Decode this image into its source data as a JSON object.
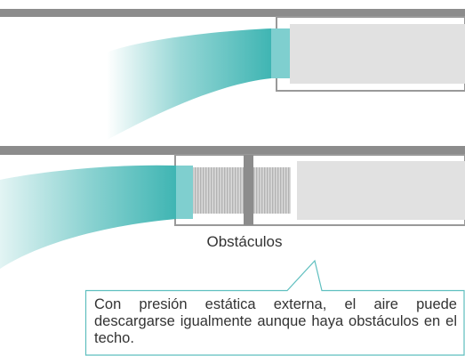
{
  "labels": {
    "obstacles": "Obstáculos",
    "note": "Con presión estática externa, el aire puede descargarse igualmente aunque haya obstáculos en el techo."
  },
  "colors": {
    "ceiling": "#8c8c8c",
    "unit_fill": "#e1e1e1",
    "unit_border": "#999999",
    "outlet": "#7fcfcf",
    "airflow": "#3fb5b3",
    "duct": "#c4c4c4",
    "callout_border": "#5fbfbf"
  },
  "icons": {
    "airflow_top": "airflow-arrow",
    "airflow_bottom": "airflow-arrow",
    "duct": "flexible-duct"
  }
}
